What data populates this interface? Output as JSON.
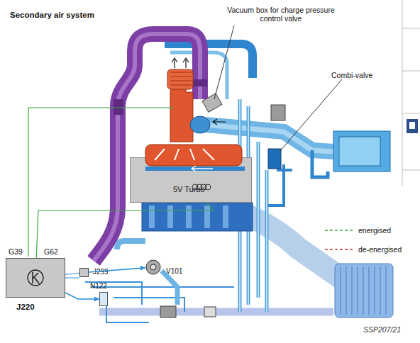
{
  "diagram": {
    "title": "Secondary air system",
    "caption": "SSP207/21",
    "nodes": [
      {
        "text": [
          "J220"
        ]
      },
      {
        "text": [
          "5V Turbo"
        ]
      },
      {
        "text": [
          "J299"
        ]
      },
      {
        "text": [
          "V101"
        ]
      },
      {
        "text": [
          "N122"
        ]
      }
    ],
    "edges": [
      {
        "from": 1,
        "to": 0,
        "arrow": "none"
      },
      {
        "from": 0,
        "to": 2,
        "arrow": "none"
      },
      {
        "from": 2,
        "to": 3,
        "arrow": "to"
      },
      {
        "from": 0,
        "to": 4,
        "arrow": "to"
      }
    ],
    "labels": [
      "Vacuum box for charge pressure control valve",
      "Combi-valve",
      "G39",
      "G62"
    ],
    "legend": [
      {
        "text": "energised"
      },
      {
        "text": "de-energised"
      }
    ]
  }
}
